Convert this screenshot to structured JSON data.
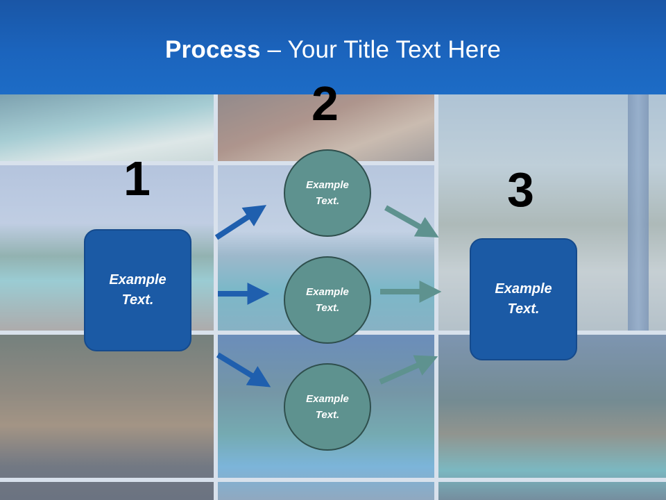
{
  "title": {
    "bold": "Process",
    "rest": " – Your Title Text Here"
  },
  "steps": [
    {
      "number": "1",
      "text": "Example\nText."
    },
    {
      "number": "2",
      "nodes": [
        "Example\nText.",
        "Example\nText.",
        "Example\nText."
      ]
    },
    {
      "number": "3",
      "text": "Example\nText."
    }
  ],
  "colors": {
    "header": "#1b64bd",
    "box": "#1b5aa5",
    "circle": "#5e928f",
    "arrow_blue": "#1f5fae",
    "arrow_teal": "#5e928f"
  }
}
